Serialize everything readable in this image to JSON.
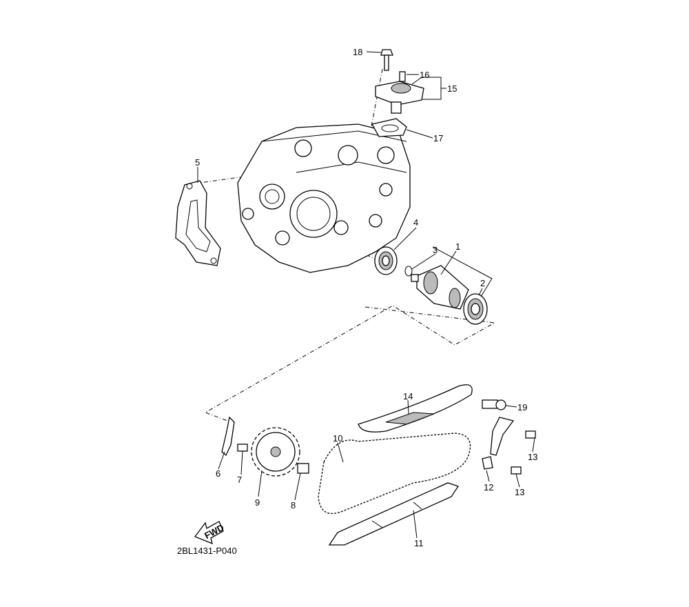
{
  "diagram": {
    "code": "2BL1431-P040",
    "fwd_label": "FWD",
    "callouts": {
      "p1": "1",
      "p2": "2",
      "p3": "3",
      "p4": "4",
      "p5": "5",
      "p6": "6",
      "p7": "7",
      "p8": "8",
      "p9": "9",
      "p10": "10",
      "p11": "11",
      "p12": "12",
      "p13a": "13",
      "p13b": "13",
      "p14": "14",
      "p15": "15",
      "p16": "16",
      "p17": "17",
      "p18": "18",
      "p19": "19"
    }
  }
}
